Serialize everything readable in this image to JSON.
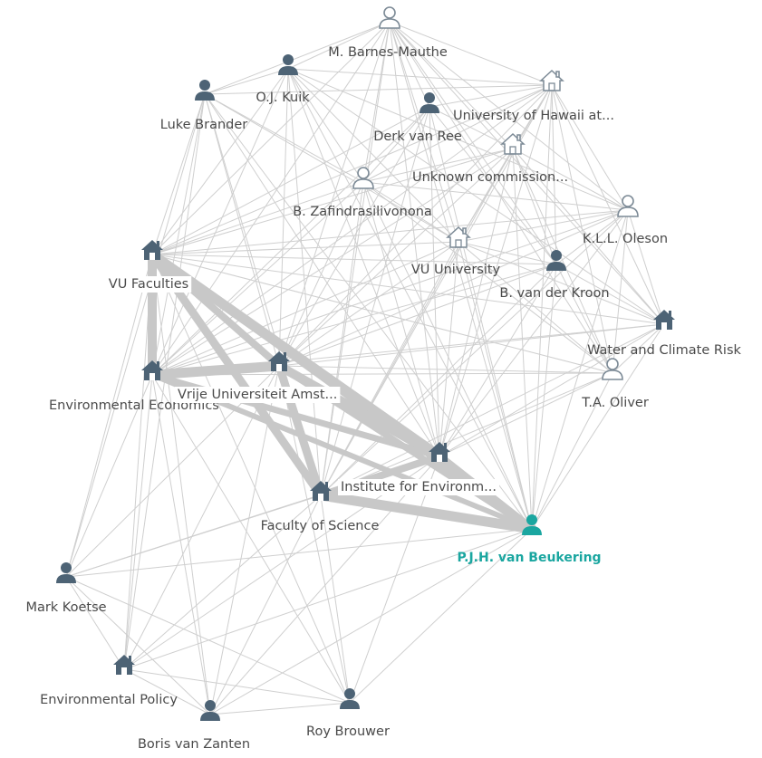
{
  "colors": {
    "edge": "#cfcfcf",
    "icon": "#4d6375",
    "icon_outline": "#7c8a96",
    "label": "#4a4a4a",
    "focus": "#1aa6a0"
  },
  "nodes": [
    {
      "id": "barnes",
      "label": "M. Barnes-Mauthe",
      "kind": "person-outline"
    },
    {
      "id": "kuik",
      "label": "O.J. Kuik",
      "kind": "person"
    },
    {
      "id": "brander",
      "label": "Luke Brander",
      "kind": "person"
    },
    {
      "id": "hawaii",
      "label": "University of Hawaii at...",
      "kind": "org-outline"
    },
    {
      "id": "vanree",
      "label": "Derk van Ree",
      "kind": "person"
    },
    {
      "id": "unknown",
      "label": "Unknown commission...",
      "kind": "org-outline"
    },
    {
      "id": "zafindra",
      "label": "B. Zafindrasilivonona",
      "kind": "person-outline"
    },
    {
      "id": "oleson",
      "label": "K.L.L. Oleson",
      "kind": "person-outline"
    },
    {
      "id": "vufac",
      "label": "VU Faculties",
      "kind": "org"
    },
    {
      "id": "vuuni",
      "label": "VU University",
      "kind": "org-outline"
    },
    {
      "id": "kroon",
      "label": "B. van der Kroon",
      "kind": "person"
    },
    {
      "id": "water",
      "label": "Water and Climate Risk",
      "kind": "org"
    },
    {
      "id": "envecon",
      "label": "Environmental Economics",
      "kind": "org"
    },
    {
      "id": "vrije",
      "label": "Vrije Universiteit Amst...",
      "kind": "org"
    },
    {
      "id": "oliver",
      "label": "T.A. Oliver",
      "kind": "person-outline"
    },
    {
      "id": "ivm",
      "label": "Institute for Environm...",
      "kind": "org"
    },
    {
      "id": "fos",
      "label": "Faculty of Science",
      "kind": "org"
    },
    {
      "id": "beukering",
      "label": "P.J.H. van Beukering",
      "kind": "person-focus"
    },
    {
      "id": "koetse",
      "label": "Mark Koetse",
      "kind": "person"
    },
    {
      "id": "envpol",
      "label": "Environmental Policy",
      "kind": "org"
    },
    {
      "id": "zanten",
      "label": "Boris van Zanten",
      "kind": "person"
    },
    {
      "id": "brouwer",
      "label": "Roy Brouwer",
      "kind": "person"
    }
  ],
  "strong_edges": [
    [
      "vufac",
      "envecon"
    ],
    [
      "vufac",
      "vrije"
    ],
    [
      "vufac",
      "ivm"
    ],
    [
      "vufac",
      "fos"
    ],
    [
      "vufac",
      "beukering"
    ],
    [
      "envecon",
      "vrije"
    ],
    [
      "envecon",
      "ivm"
    ],
    [
      "envecon",
      "beukering"
    ],
    [
      "vrije",
      "ivm"
    ],
    [
      "vrije",
      "fos"
    ],
    [
      "vrije",
      "beukering"
    ],
    [
      "fos",
      "ivm"
    ],
    [
      "fos",
      "beukering"
    ],
    [
      "ivm",
      "beukering"
    ]
  ]
}
